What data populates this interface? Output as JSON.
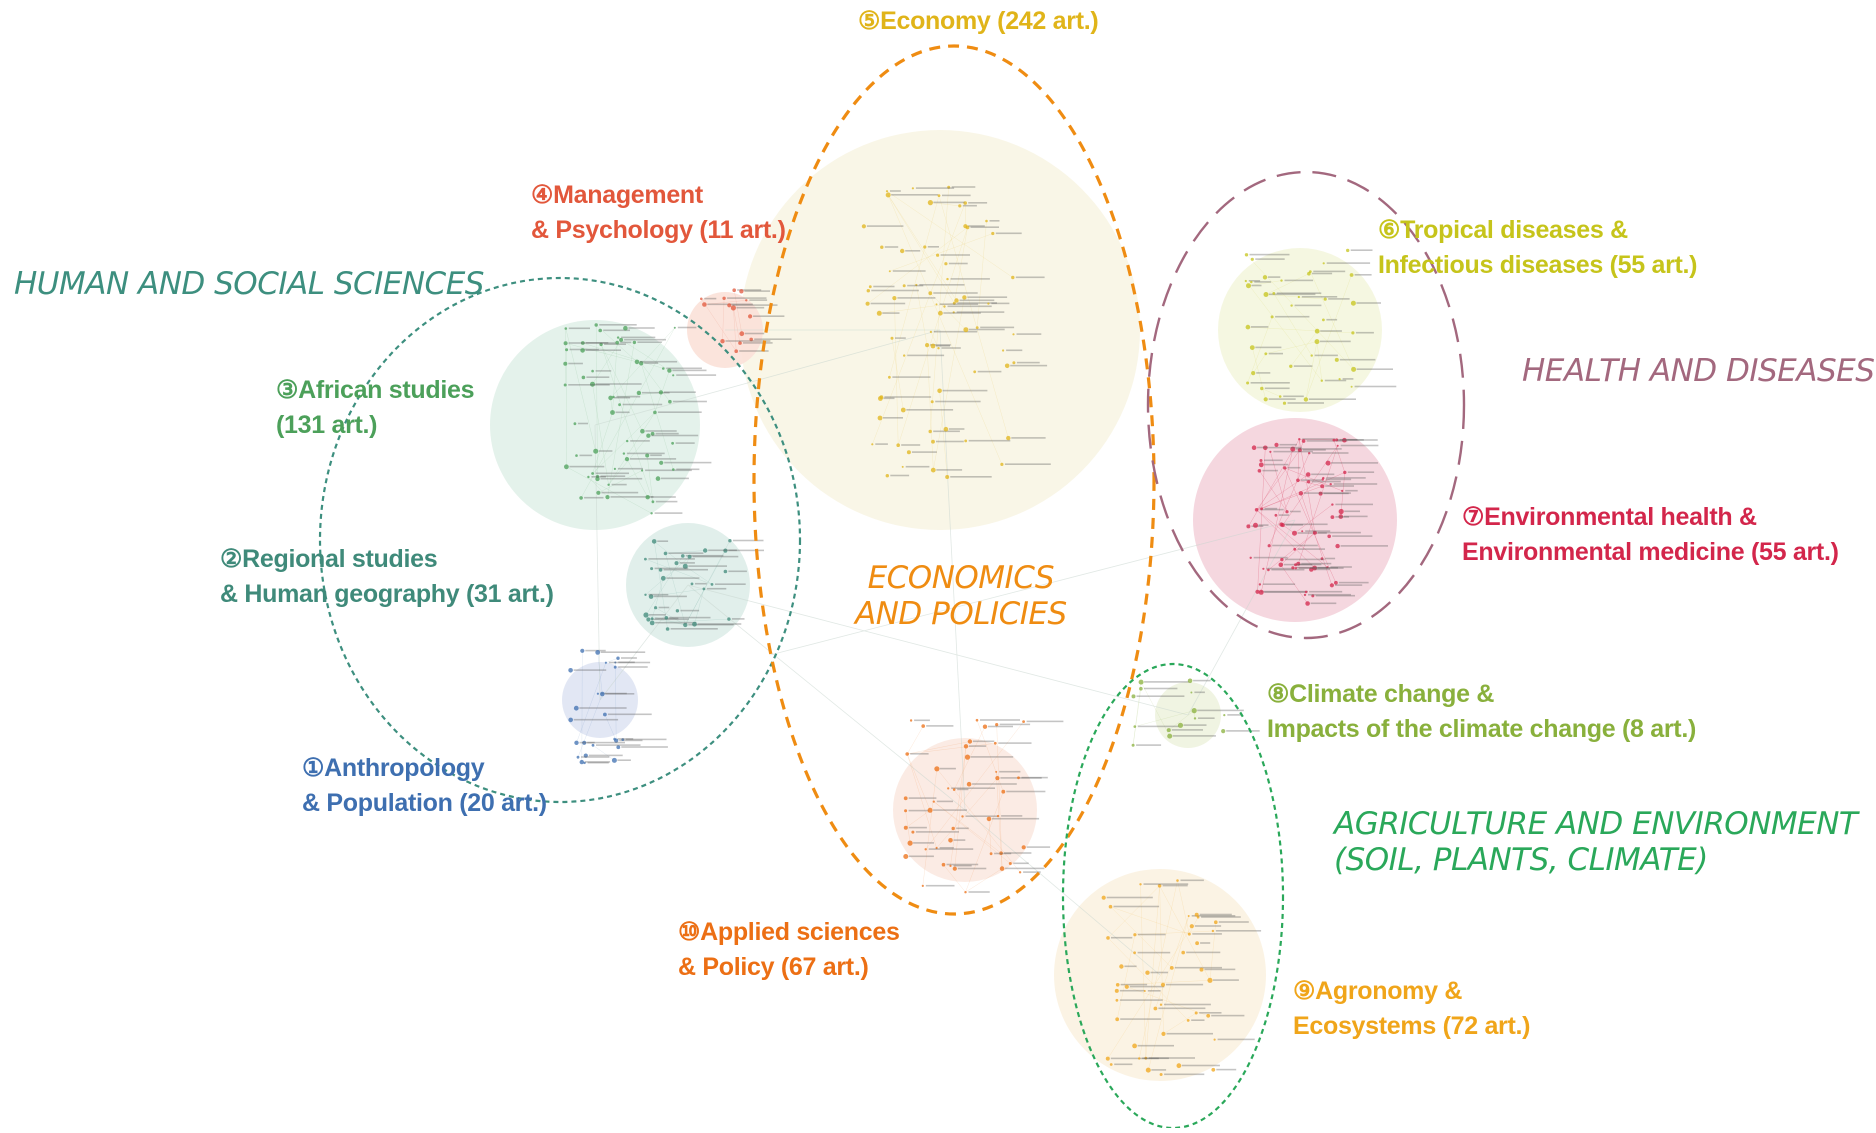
{
  "domains": {
    "human": {
      "text": "HUMAN AND SOCIAL SCIENCES",
      "color": "#3d8f7f"
    },
    "health": {
      "text": "HEALTH AND DISEASES",
      "color": "#a3687e"
    },
    "economics": {
      "line1": "ECONOMICS",
      "line2": "AND POLICIES",
      "color": "#ef8c12"
    },
    "agriculture": {
      "line1": "AGRICULTURE AND ENVIRONMENT",
      "line2": "(SOIL, PLANTS, CLIMATE)",
      "color": "#2aa85a"
    }
  },
  "clusters": [
    {
      "key": "anthropology",
      "line1": "①Anthropology",
      "line2": "& Population (20 art.)",
      "color": "#3e6fb0"
    },
    {
      "key": "regional",
      "line1": "②Regional studies",
      "line2": "& Human geography (31 art.)",
      "color": "#3f8a7a"
    },
    {
      "key": "african",
      "line1": "③African studies",
      "line2": "(131 art.)",
      "color": "#4ca05a"
    },
    {
      "key": "management",
      "line1": "④Management",
      "line2": "& Psychology (11 art.)",
      "color": "#e2573b"
    },
    {
      "key": "economy",
      "line1": "⑤Economy (242 art.)",
      "line2": "",
      "color": "#e0b419"
    },
    {
      "key": "tropical",
      "line1": "⑥Tropical diseases &",
      "line2": "Infectious diseases (55 art.)",
      "color": "#c6c41b"
    },
    {
      "key": "envhealth",
      "line1": "⑦Environmental health &",
      "line2": "Environmental medicine (55 art.)",
      "color": "#d3264b"
    },
    {
      "key": "climate",
      "line1": "⑧Climate change &",
      "line2": "Impacts of the climate change (8 art.)",
      "color": "#89b03c"
    },
    {
      "key": "agronomy",
      "line1": "⑨Agronomy &",
      "line2": "Ecosystems (72 art.)",
      "color": "#f0a51a"
    },
    {
      "key": "applied",
      "line1": "⑩Applied sciences",
      "line2": "& Policy (67 art.)",
      "color": "#ec6f14"
    }
  ]
}
